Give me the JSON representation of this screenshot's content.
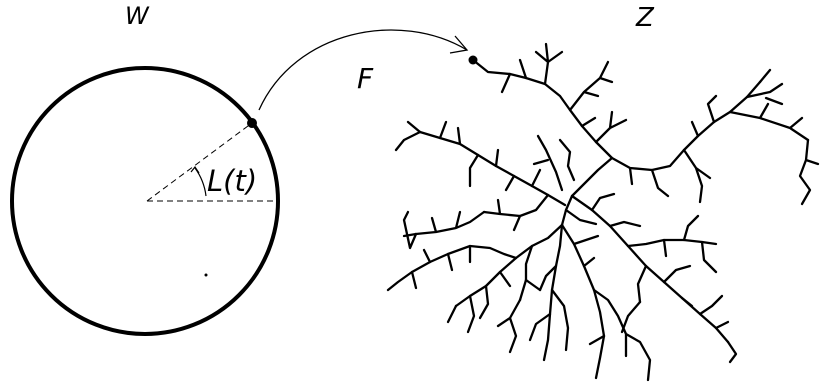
{
  "labels": {
    "w_plane": "W",
    "z_plane": "Z",
    "map": "F",
    "angle": "L(t)"
  }
}
